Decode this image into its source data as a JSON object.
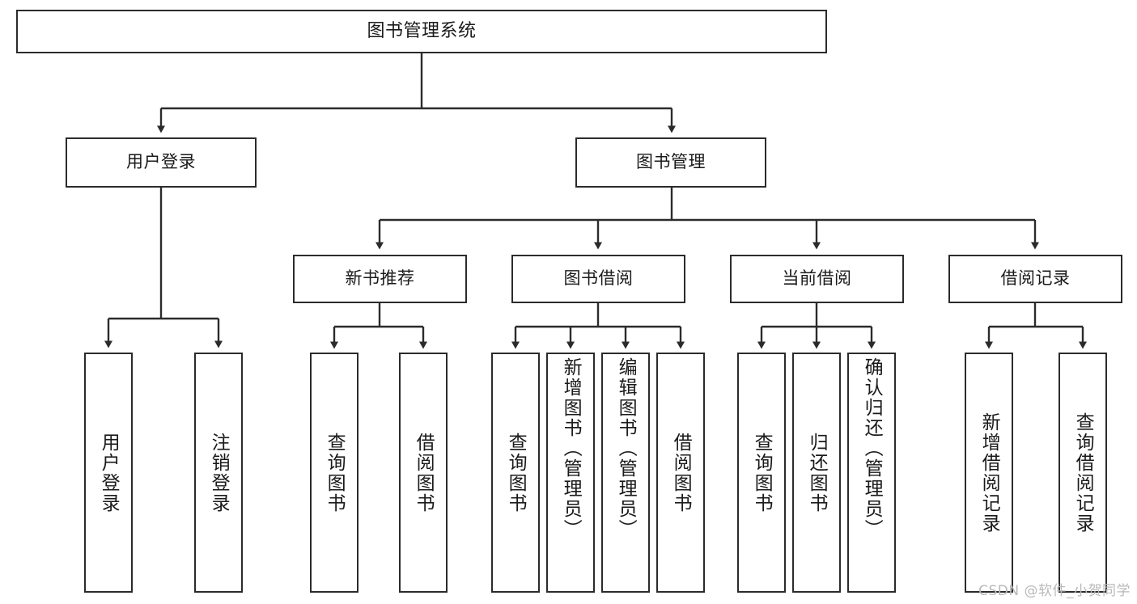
{
  "diagram": {
    "title": "图书管理系统",
    "type": "tree",
    "orientation": "top-down",
    "colors": {
      "box_border": "#2b2b2b",
      "box_fill": "#ffffff",
      "connector": "#2b2b2b",
      "text": "#1a1a1a",
      "watermark": "#b9b9b9",
      "background": "#ffffff"
    }
  },
  "watermark": {
    "text": "CSDN @软件_小贺同学"
  },
  "nodes": {
    "root": {
      "label": "图书管理系统",
      "level": 0
    },
    "level1": [
      {
        "id": "user-login",
        "label": "用户登录"
      },
      {
        "id": "book-management",
        "label": "图书管理"
      }
    ],
    "level2": [
      {
        "id": "new-book-recommend",
        "label": "新书推荐",
        "parent": "book-management"
      },
      {
        "id": "book-borrow",
        "label": "图书借阅",
        "parent": "book-management"
      },
      {
        "id": "current-borrow",
        "label": "当前借阅",
        "parent": "book-management"
      },
      {
        "id": "borrow-record",
        "label": "借阅记录",
        "parent": "book-management"
      }
    ],
    "leaves": [
      {
        "id": "leaf-user-login",
        "label": "用户登录",
        "parent": "user-login"
      },
      {
        "id": "leaf-user-logout",
        "label": "注销登录",
        "parent": "user-login"
      },
      {
        "id": "leaf-query-book-1",
        "label": "查询图书",
        "parent": "new-book-recommend"
      },
      {
        "id": "leaf-borrow-book-1",
        "label": "借阅图书",
        "parent": "new-book-recommend"
      },
      {
        "id": "leaf-query-book-2",
        "label": "查询图书",
        "parent": "book-borrow"
      },
      {
        "id": "leaf-add-book",
        "label": "新增图书（管理员）",
        "parent": "book-borrow"
      },
      {
        "id": "leaf-edit-book",
        "label": "编辑图书（管理员）",
        "parent": "book-borrow"
      },
      {
        "id": "leaf-borrow-book-2",
        "label": "借阅图书",
        "parent": "book-borrow"
      },
      {
        "id": "leaf-query-book-3",
        "label": "查询图书",
        "parent": "current-borrow"
      },
      {
        "id": "leaf-return-book",
        "label": "归还图书",
        "parent": "current-borrow"
      },
      {
        "id": "leaf-confirm-return",
        "label": "确认归还（管理员）",
        "parent": "current-borrow"
      },
      {
        "id": "leaf-add-record",
        "label": "新增借阅记录",
        "parent": "borrow-record"
      },
      {
        "id": "leaf-query-record",
        "label": "查询借阅记录",
        "parent": "borrow-record"
      }
    ]
  }
}
